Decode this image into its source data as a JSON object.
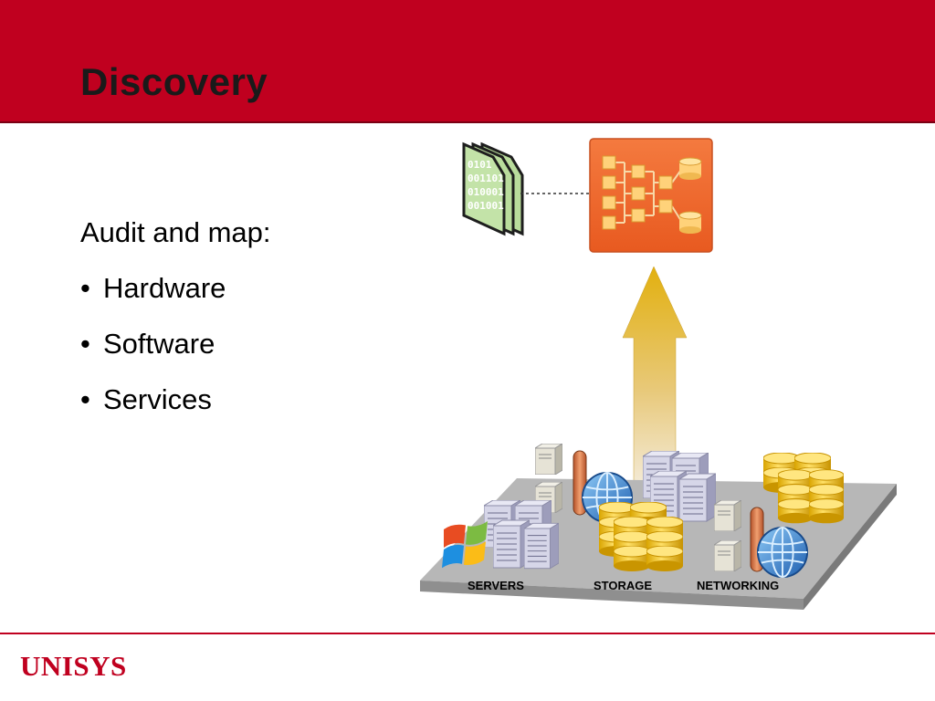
{
  "slide": {
    "title": "Discovery",
    "intro": "Audit and map:",
    "bullets": [
      "Hardware",
      "Software",
      "Services"
    ],
    "bullet_char": "•"
  },
  "diagram": {
    "labels": {
      "servers": "SERVERS",
      "storage": "STORAGE",
      "networking": "NETWORKING"
    },
    "binary_doc_lines": [
      "0101",
      "001101",
      "010001",
      "001001"
    ]
  },
  "footer": {
    "logo_text": "UNISYS"
  },
  "colors": {
    "brand_red": "#c0001f",
    "orange_panel": "#f26a2e",
    "arrow_gold": "#e4b41a",
    "storage_gold": "#f0c419",
    "platform_gray": "#a8a8a8"
  }
}
